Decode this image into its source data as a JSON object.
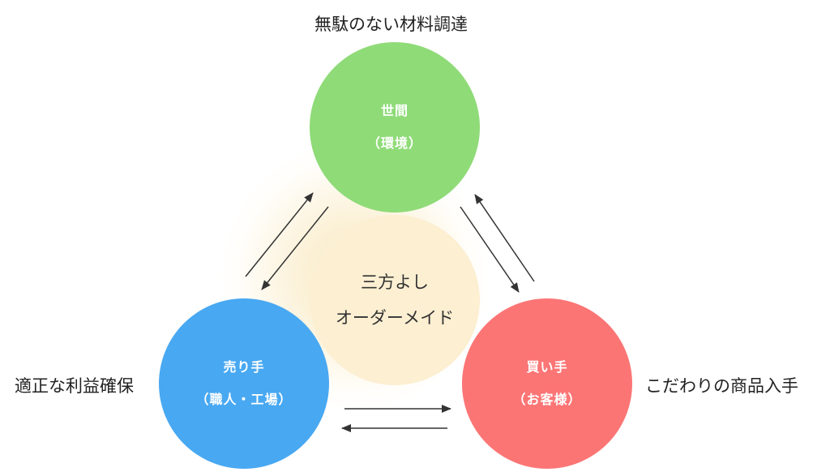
{
  "top_caption": "無駄のない材料調達",
  "left_caption": "適正な利益確保",
  "right_caption": "こだわりの商品入手",
  "world": {
    "title": "世間",
    "subtitle": "（環境）",
    "color": "#8fdb78"
  },
  "seller": {
    "title": "売り手",
    "subtitle": "（職人・工場）",
    "color": "#48a8f2"
  },
  "buyer": {
    "title": "買い手",
    "subtitle": "（お客様）",
    "color": "#fc7575"
  },
  "center": {
    "line1": "三方よし",
    "line2": "オーダーメイド",
    "color": "#fcefd2"
  }
}
